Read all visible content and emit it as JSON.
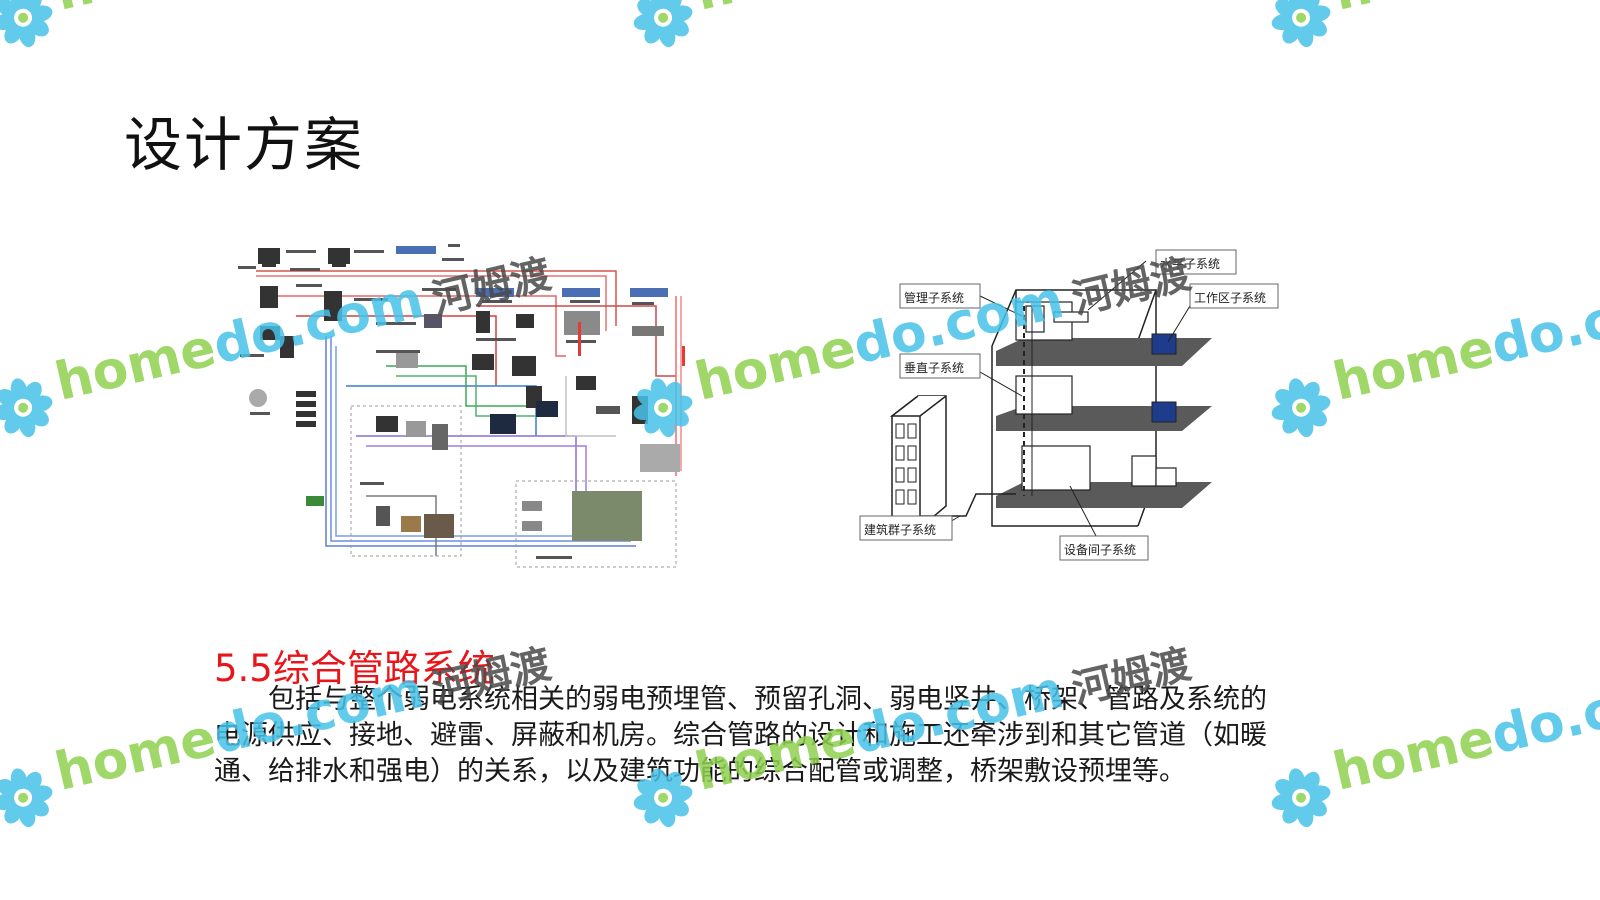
{
  "slide": {
    "title": "设计方案",
    "section_heading": "5.5综合管路系统",
    "body": "包括与整个弱电系统相关的弱电预埋管、预留孔洞、弱电竖井、桥架、管路及系统的电源供应、接地、避雷、屏蔽和机房。综合管路的设计和施工还牵涉到和其它管道（如暖通、给排水和强电）的关系，以及建筑功能的综合配管或调整，桥架敷设预埋等。"
  },
  "figure_right": {
    "labels": {
      "horizontal": "水平子系统",
      "management": "管理子系统",
      "work_area": "工作区子系统",
      "vertical": "垂直子系统",
      "campus": "建筑群子系统",
      "equipment": "设备间子系统"
    }
  },
  "watermark": {
    "brand_green": "home",
    "brand_blue": "do.com",
    "brand_cn": "河姆渡",
    "colors": {
      "green": "#8fd14f",
      "blue": "#47c2e8",
      "dark": "#4a4a4a"
    }
  },
  "colors": {
    "heading": "#e8161b",
    "text": "#1a1a1a"
  }
}
